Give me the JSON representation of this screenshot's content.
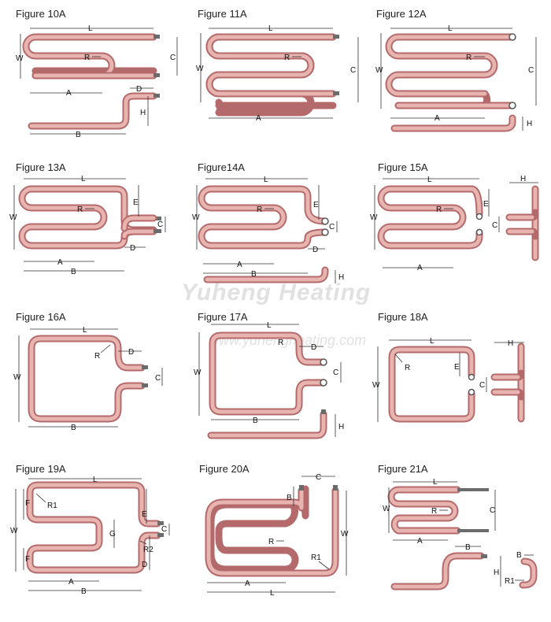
{
  "figures": [
    {
      "id": "10A",
      "title": "Figure 10A",
      "labels": [
        "L",
        "W",
        "R",
        "C",
        "A",
        "D",
        "H",
        "B"
      ]
    },
    {
      "id": "11A",
      "title": "Figure 11A",
      "labels": [
        "L",
        "W",
        "R",
        "C",
        "A"
      ]
    },
    {
      "id": "12A",
      "title": "Figure 12A",
      "labels": [
        "L",
        "W",
        "R",
        "C",
        "A",
        "H"
      ]
    },
    {
      "id": "13A",
      "title": "Figure 13A",
      "labels": [
        "L",
        "W",
        "R",
        "E",
        "C",
        "D",
        "A",
        "B"
      ]
    },
    {
      "id": "14A",
      "title": "Figure14A",
      "labels": [
        "L",
        "W",
        "R",
        "E",
        "C",
        "D",
        "A",
        "B",
        "H"
      ]
    },
    {
      "id": "15A",
      "title": "Figure 15A",
      "labels": [
        "L",
        "W",
        "R",
        "E",
        "C",
        "H",
        "A"
      ]
    },
    {
      "id": "16A",
      "title": "Figure 16A",
      "labels": [
        "L",
        "R",
        "D",
        "W",
        "C",
        "B"
      ]
    },
    {
      "id": "17A",
      "title": "Figure 17A",
      "labels": [
        "L",
        "R",
        "D",
        "W",
        "C",
        "B",
        "H"
      ]
    },
    {
      "id": "18A",
      "title": "Figure 18A",
      "labels": [
        "L",
        "R",
        "W",
        "E",
        "C",
        "H"
      ]
    },
    {
      "id": "19A",
      "title": "Figure 19A",
      "labels": [
        "L",
        "F",
        "R1",
        "W",
        "G",
        "E",
        "C",
        "R2",
        "D",
        "A",
        "B"
      ]
    },
    {
      "id": "20A",
      "title": "Figure 20A",
      "labels": [
        "C",
        "B",
        "W",
        "R",
        "R1",
        "A",
        "L"
      ]
    },
    {
      "id": "21A",
      "title": "Figure 21A",
      "labels": [
        "L",
        "W",
        "R",
        "C",
        "A",
        "B",
        "H",
        "B",
        "R1"
      ]
    }
  ],
  "watermark": {
    "brand": "Yuheng  Heating",
    "url": "www.yuhengheating.com"
  }
}
